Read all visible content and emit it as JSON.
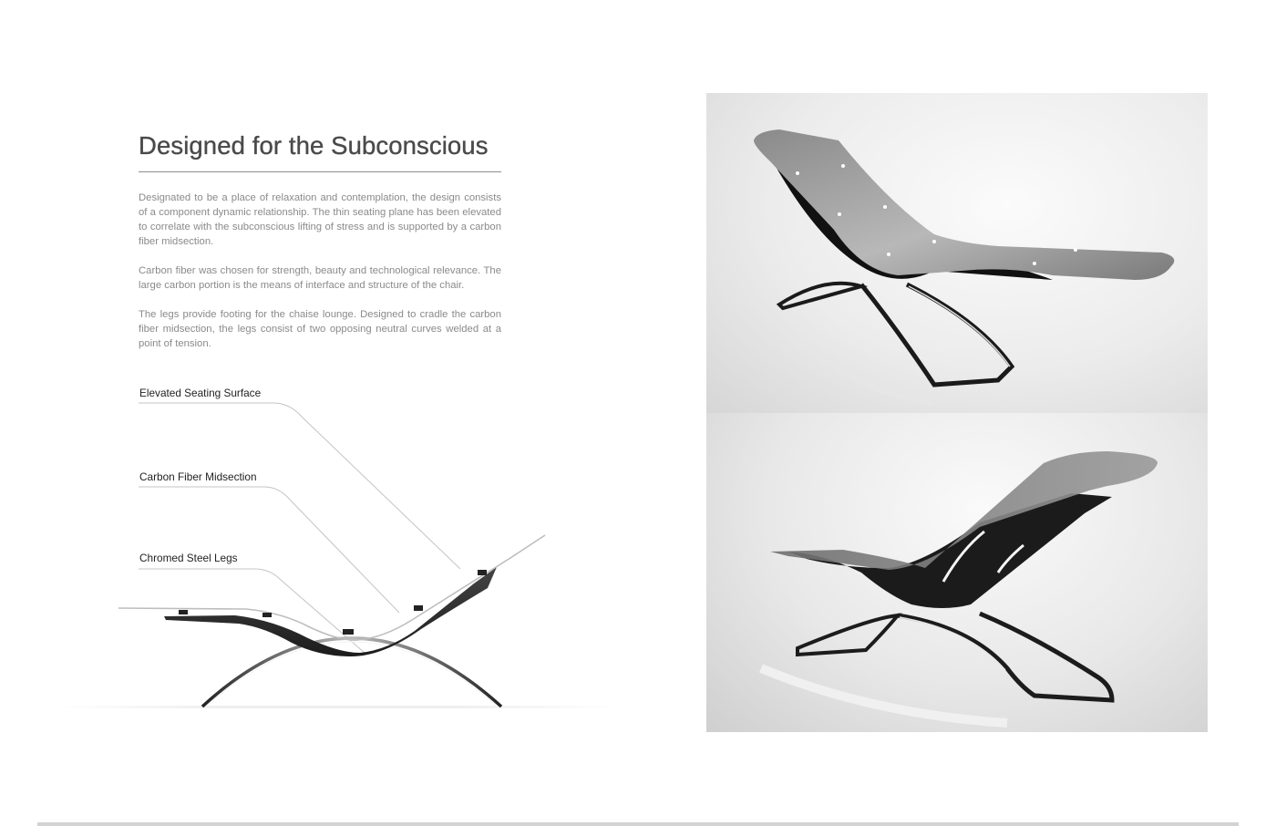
{
  "header": {
    "title": "Designed for the Subconscious"
  },
  "body": {
    "paragraphs": [
      "Designated to be a place of relaxation and contemplation, the design consists of a component dynamic relationship. The thin seating plane has been elevated to correlate with the subconscious lifting of stress and is supported by a carbon fiber midsection.",
      "Carbon fiber was chosen for strength, beauty and technological relevance. The large carbon portion is the means of interface and structure of the chair.",
      "The legs provide footing for the chaise lounge. Designed to cradle the carbon fiber midsection, the legs consist of two opposing neutral curves welded at a point of tension."
    ]
  },
  "diagram": {
    "callouts": [
      {
        "label": "Elevated Seating Surface"
      },
      {
        "label": "Carbon Fiber Midsection"
      },
      {
        "label": "Chromed Steel Legs"
      }
    ]
  },
  "renders": [
    {
      "view": "front-three-quarter render of chaise lounge"
    },
    {
      "view": "rear three-quarter render of chaise lounge"
    }
  ],
  "colors": {
    "title": "#4a4a4a",
    "body_text": "#8a8a8a",
    "label_text": "#222222",
    "rule": "#8d8d8d",
    "footer_bar": "#d3d3d3",
    "carbon": "#2b2b2b"
  }
}
